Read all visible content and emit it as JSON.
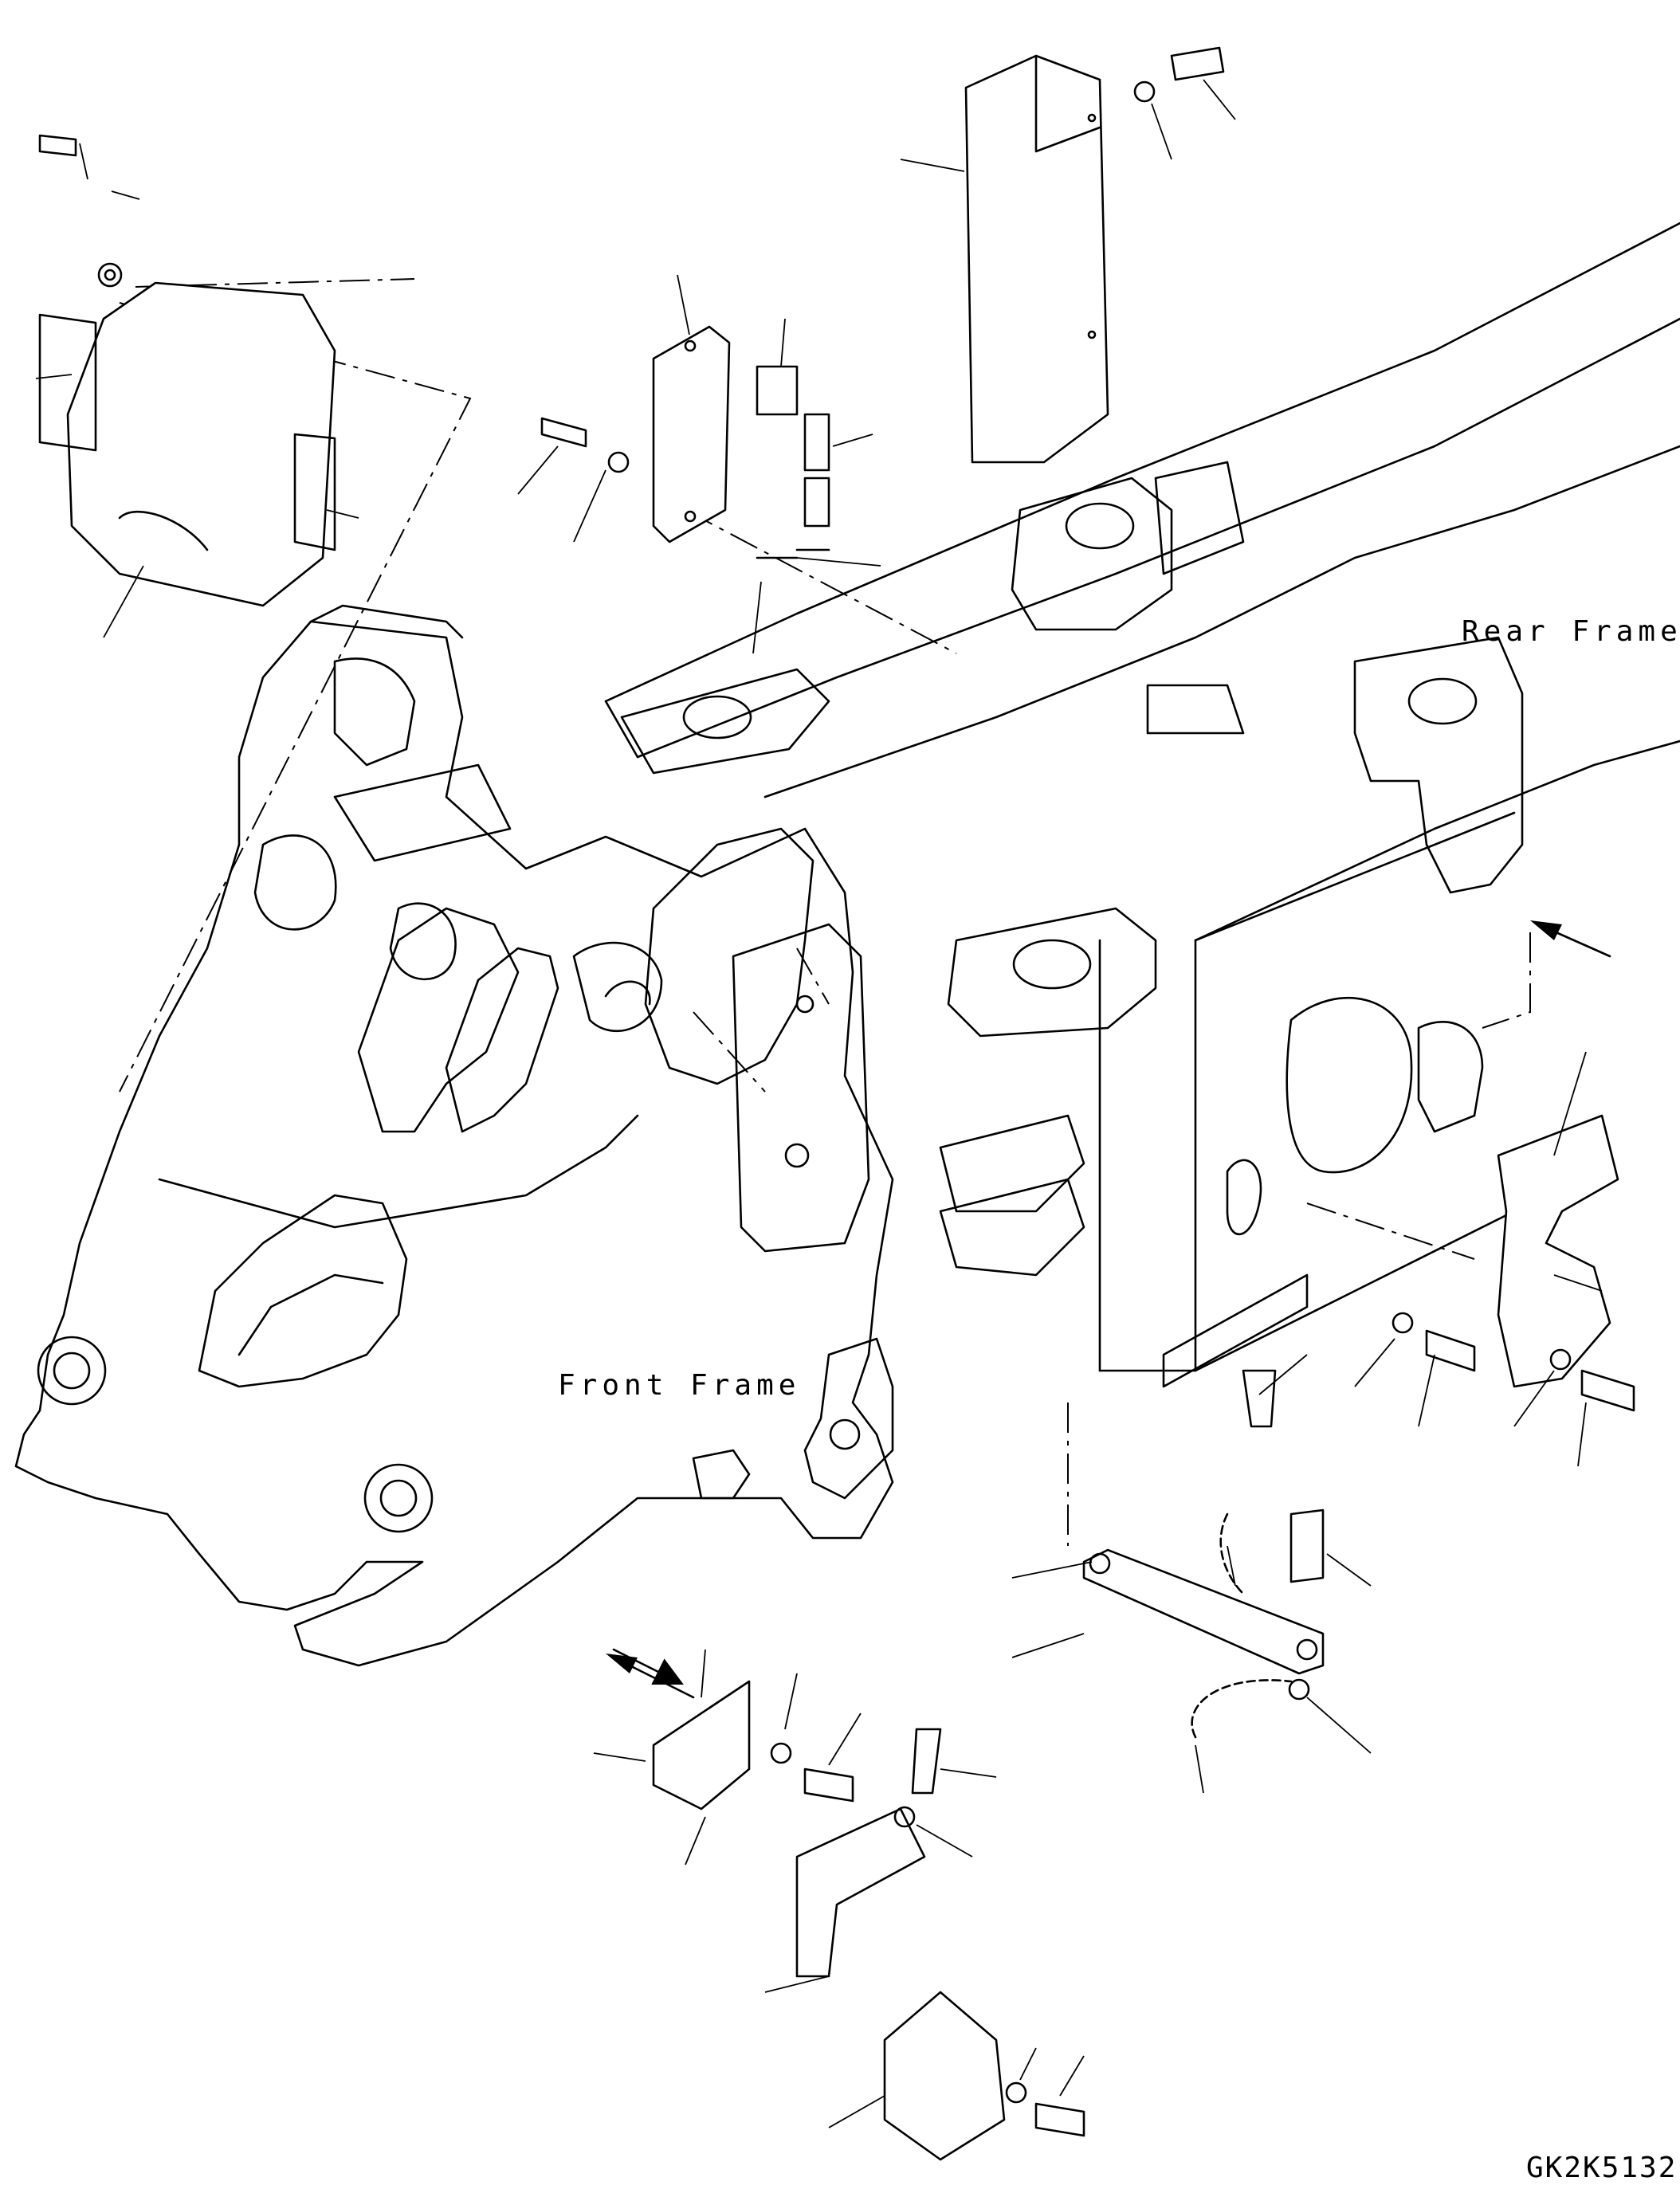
{
  "labels": {
    "rear_frame": "Rear Frame",
    "front_frame": "Front Frame",
    "drawing_code": "GK2K5132"
  }
}
